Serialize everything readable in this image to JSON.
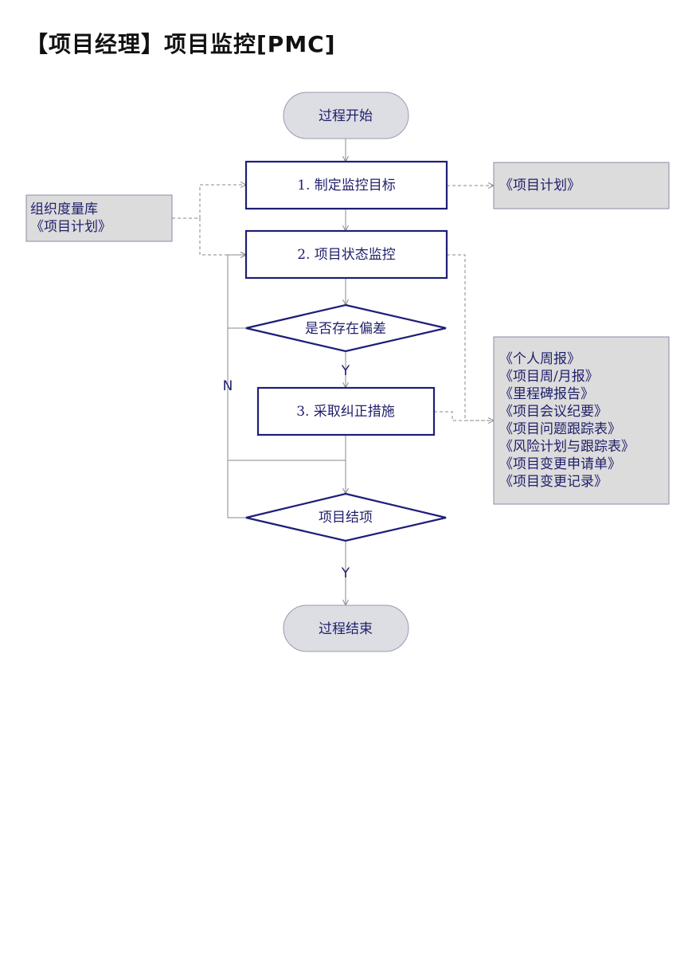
{
  "page": {
    "title": "【项目经理】项目监控[PMC]"
  },
  "diagram": {
    "colors": {
      "process_border": "#1e1e78",
      "terminal_fill": "#dddde4",
      "terminal_border": "#9a9ab0",
      "doc_fill": "#dcdcdc",
      "doc_border": "#8a8aa8",
      "connector": "#8a8a8a",
      "text": "#1f1f6b"
    },
    "nodes": {
      "start": "过程开始",
      "step1": "1. 制定监控目标",
      "step2": "2. 项目状态监控",
      "decision_deviation": "是否存在偏差",
      "step3": "3. 采取纠正措施",
      "decision_close": "项目结项",
      "end": "过程结束"
    },
    "edge_labels": {
      "deviation_yes": "Y",
      "deviation_no": "N",
      "close_yes": "Y"
    },
    "documents": {
      "input_lines": [
        "组织度量库",
        "《项目计划》"
      ],
      "output_plan": "《项目计划》",
      "records": [
        "《个人周报》",
        "《项目周/月报》",
        "《里程碑报告》",
        "《项目会议纪要》",
        "《项目问题跟踪表》",
        "《风险计划与跟踪表》",
        "《项目变更申请单》",
        "《项目变更记录》"
      ]
    }
  }
}
